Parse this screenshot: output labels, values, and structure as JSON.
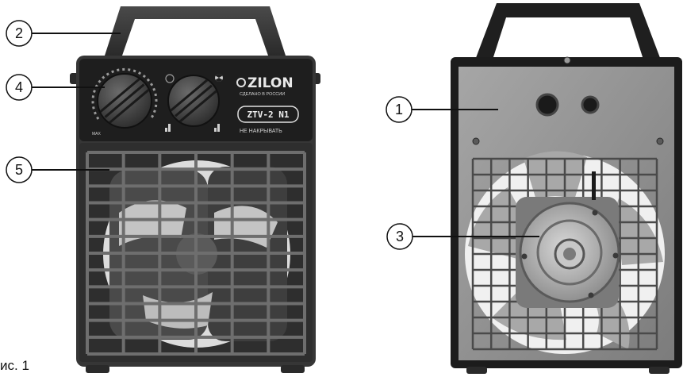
{
  "caption": "ис. 1",
  "front_panel": {
    "brand": "ZILON",
    "brand_tagline": "СДЕЛАНО В РОССИИ",
    "model": "ZTV-2 N1",
    "warning": "НЕ НАКРЫВАТЬ",
    "dial_scale_label": "MAX"
  },
  "callouts": [
    {
      "id": "2"
    },
    {
      "id": "4"
    },
    {
      "id": "5"
    },
    {
      "id": "1"
    },
    {
      "id": "3"
    }
  ],
  "colors": {
    "body": "#3a3a3a",
    "panel": "#1e1e1e",
    "grill": "#6a6a6a",
    "rear_plate": "#8e8e8e",
    "callout_stroke": "#111111"
  }
}
